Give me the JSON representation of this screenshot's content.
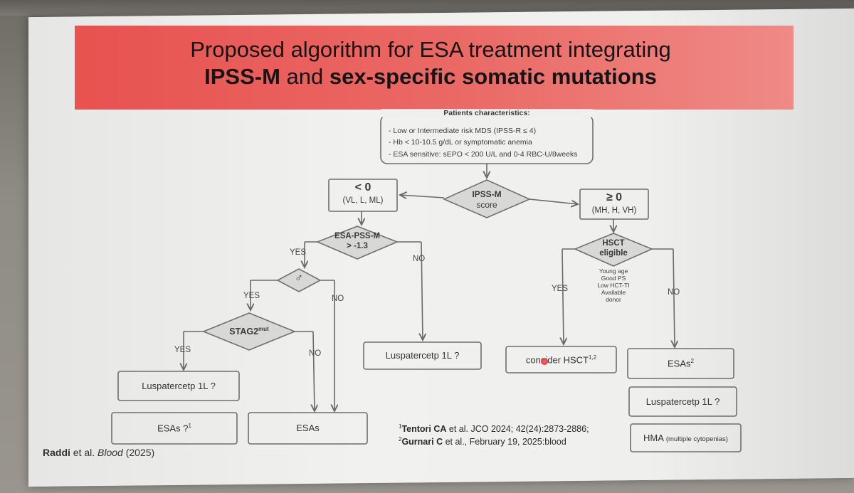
{
  "slide": {
    "title_line1": "Proposed algorithm for ESA treatment integrating",
    "title_line2_bold1": "IPSS-M",
    "title_line2_mid": " and ",
    "title_line2_bold2": "sex-specific somatic mutations"
  },
  "patients": {
    "heading": "Patients characteristics:",
    "items": [
      "- Low or Intermediate risk MDS (IPSS-R ≤ 4)",
      "- Hb < 10-10.5 g/dL or symptomatic anemia",
      "- ESA sensitive: sEPO < 200 U/L and 0-4 RBC-U/8weeks"
    ]
  },
  "ipssm": {
    "line1": "IPSS-M",
    "line2": "score"
  },
  "low": {
    "main": "< 0",
    "sub": "(VL, L, ML)"
  },
  "high": {
    "main": "≥ 0",
    "sub": "(MH, H, VH)"
  },
  "esa_pss": {
    "line1": "ESA-PSS-M",
    "line2": "> -1.3"
  },
  "male_symbol": "♂",
  "stag2": {
    "text": "STAG2",
    "sup": "mut"
  },
  "hsct": {
    "line1": "HSCT",
    "line2": "eligible",
    "criteria": [
      "Young age",
      "Good PS",
      "Low HCT-TI",
      "Available",
      "donor"
    ]
  },
  "labels": {
    "yes": "YES",
    "no": "NO"
  },
  "outcomes": {
    "lusp_mid": "Luspatercetp 1L ?",
    "lusp_left": "Luspatercetp 1L ?",
    "esas_q": "ESAs ?",
    "esas_q_sup": "1",
    "esas": "ESAs",
    "consider_hsct": "consider HSCT",
    "consider_hsct_sup": "1,2",
    "esas2": "ESAs",
    "esas2_sup": "2",
    "lusp_right": "Luspatercetp 1L ?",
    "hma": "HMA",
    "hma_sub": "(multiple cytopenias)"
  },
  "refs": {
    "r1_sup": "1",
    "r1_bold": "Tentori CA",
    "r1_rest": " et al. JCO 2024; 42(24):2873-2886;",
    "r2_sup": "2",
    "r2_bold": "Gurnari C",
    "r2_rest": " et al., February 19, 2025:blood"
  },
  "citation": {
    "bold": "Raddi",
    "rest": " et al. ",
    "italic": "Blood",
    "year": " (2025)"
  },
  "colors": {
    "banner": "#e8524f",
    "diamond_fill": "#d8d8d6",
    "line": "#6a6a6a"
  }
}
